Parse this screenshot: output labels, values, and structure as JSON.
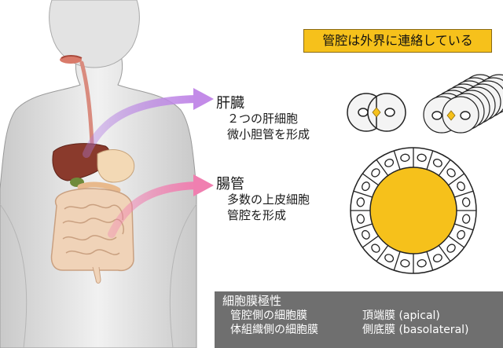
{
  "banner": {
    "text": "管腔は外界に連絡している"
  },
  "liver": {
    "title": "肝臓",
    "line1": "２つの肝細胞",
    "line2": "微小胆管を形成"
  },
  "intestine": {
    "title": "腸管",
    "line1": "多数の上皮細胞",
    "line2": "管腔を形成"
  },
  "polarity": {
    "title": "細胞膜極性",
    "rows": [
      {
        "term": "管腔側の細胞膜",
        "value": "頂端膜 (apical)"
      },
      {
        "term": "体組織側の細胞膜",
        "value": "側底膜 (basolateral)"
      }
    ]
  },
  "colors": {
    "banner": "#f6c11b",
    "lumen": "#f6c11b",
    "liver_arrow": "#c38be8",
    "gut_arrow": "#f07fb0",
    "info_panel": "#6f6f6f"
  }
}
